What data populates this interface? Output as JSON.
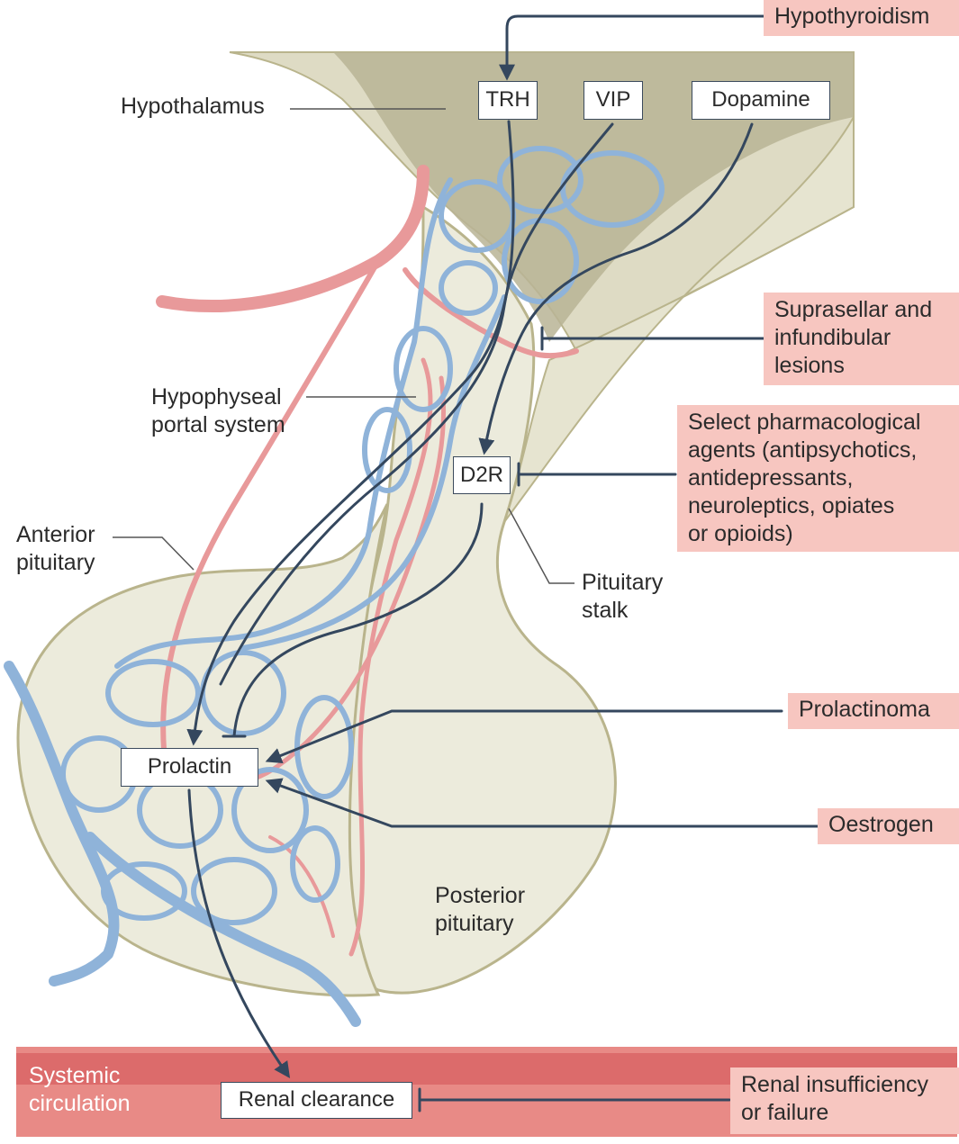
{
  "structures": {
    "hypothalamus": "Hypothalamus",
    "portal_line1": "Hypophyseal",
    "portal_line2": "portal system",
    "anterior_line1": "Anterior",
    "anterior_line2": "pituitary",
    "stalk_line1": "Pituitary",
    "stalk_line2": "stalk",
    "posterior_line1": "Posterior",
    "posterior_line2": "pituitary",
    "systemic_line1": "Systemic",
    "systemic_line2": "circulation"
  },
  "nodes": {
    "trh": "TRH",
    "vip": "VIP",
    "dopamine": "Dopamine",
    "d2r": "D2R",
    "prolactin": "Prolactin",
    "renal_clearance": "Renal clearance"
  },
  "factors": {
    "hypothyroidism": "Hypothyroidism",
    "suprasellar_1": "Suprasellar and",
    "suprasellar_2": "infundibular",
    "suprasellar_3": "lesions",
    "pharma_1": "Select pharmacological",
    "pharma_2": "agents (antipsychotics,",
    "pharma_3": "antidepressants,",
    "pharma_4": "neuroleptics, opiates",
    "pharma_5": "or opioids)",
    "prolactinoma": "Prolactinoma",
    "oestrogen": "Oestrogen",
    "renal_1": "Renal insufficiency",
    "renal_2": "or failure"
  },
  "colors": {
    "tissue": "#ecebdc",
    "tissue_outline": "#b9b48c",
    "hypothalamus_dark": "#b8b495",
    "vein": "#8fb3d9",
    "artery": "#e8999a",
    "pathway": "#34475e",
    "factor_bg": "#f7c6c0",
    "systemic_dark": "#dc6b6b",
    "systemic_light": "#e88a86"
  }
}
